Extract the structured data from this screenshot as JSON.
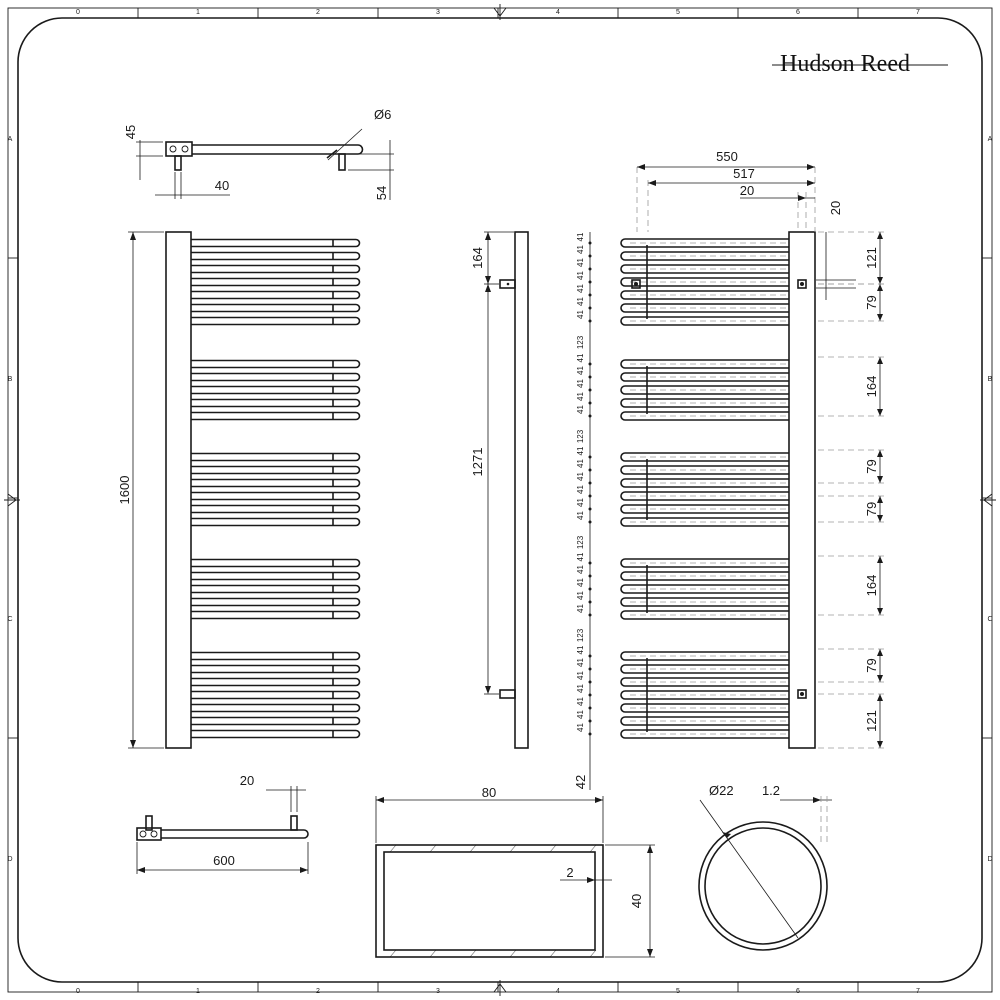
{
  "brand": "Hudson Reed",
  "grid": {
    "columns": [
      "0",
      "1",
      "2",
      "3",
      "4",
      "5",
      "6",
      "7"
    ],
    "rows": [
      "A",
      "B",
      "C",
      "D"
    ]
  },
  "top_view": {
    "d_phi": "Ø6",
    "d45": "45",
    "d54": "54",
    "d40": "40"
  },
  "front_view": {
    "d1600": "1600"
  },
  "side_view": {
    "d164": "164",
    "d1271": "1271"
  },
  "back_view": {
    "d550": "550",
    "d517": "517",
    "d20a": "20",
    "d20b": "20",
    "right_dims": [
      "121",
      "79",
      "164",
      "79",
      "79",
      "164",
      "79",
      "121"
    ],
    "pitch": "41",
    "gap": "123",
    "bottom": "42"
  },
  "bottom_view": {
    "d20": "20",
    "d600": "600"
  },
  "section_rect": {
    "d80": "80",
    "d2": "2",
    "d40": "40"
  },
  "section_round": {
    "d22": "Ø22",
    "d12": "1.2"
  }
}
